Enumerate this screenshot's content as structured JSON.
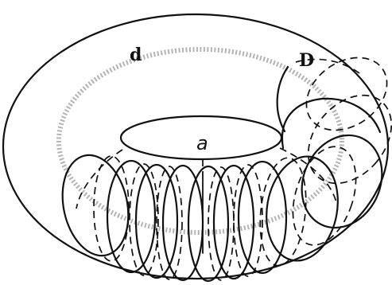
{
  "figure": {
    "labels": {
      "d": "d",
      "D": "D",
      "a": "a"
    }
  }
}
